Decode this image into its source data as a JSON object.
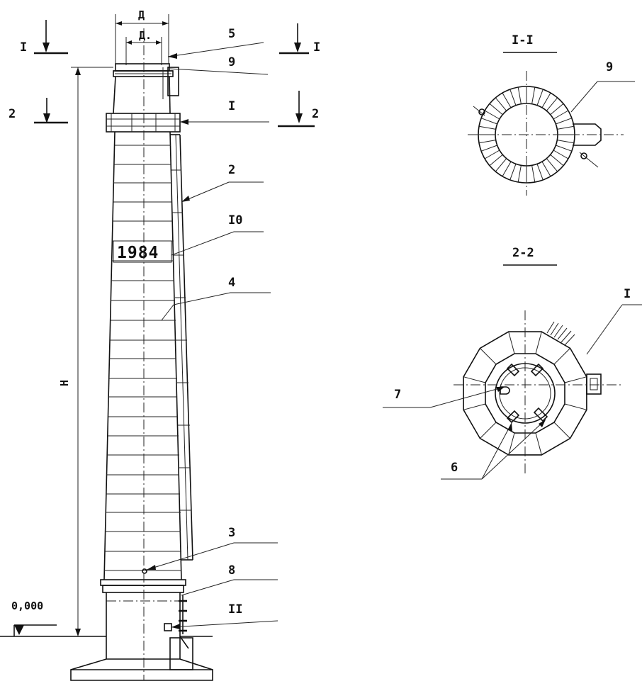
{
  "callouts": {
    "c5": "5",
    "c9": "9",
    "c1": "I",
    "c2": "2",
    "c10": "I0",
    "c4": "4",
    "c3": "3",
    "c8": "8",
    "c11": "II"
  },
  "dimensions": {
    "outer_diameter": "Д",
    "inner_diameter": "Д.",
    "height": "H",
    "zero_level": "0,000"
  },
  "section_marks": {
    "I_left": "I",
    "I_right": "I",
    "s2_left": "2",
    "s2_right": "2"
  },
  "year": "1984",
  "section_I": {
    "title": "I-I",
    "callout_9": "9"
  },
  "section_2": {
    "title": "2-2",
    "callout_1": "I",
    "callout_7": "7",
    "callout_6": "6"
  }
}
